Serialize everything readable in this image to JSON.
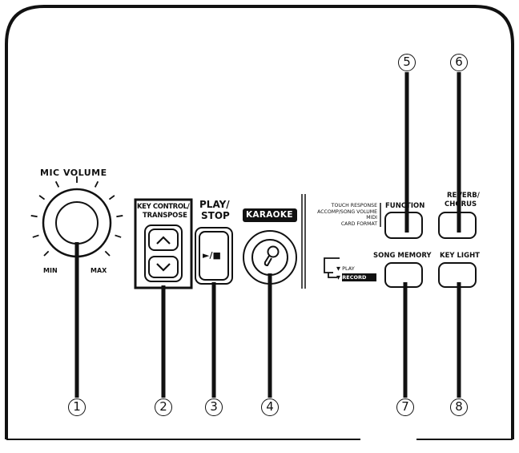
{
  "labels": {
    "mic_volume": "MIC VOLUME",
    "min": "MIN",
    "max": "MAX",
    "key_control": "KEY CONTROL/",
    "transpose": "TRANSPOSE",
    "play_stop_line1": "PLAY/",
    "play_stop_line2": "STOP",
    "play_stop_symbol": "►/■",
    "karaoke": "KARAOKE",
    "function_menu": [
      "TOUCH RESPONSE",
      "ACCOMP/SONG VOLUME",
      "MIDI",
      "CARD FORMAT"
    ],
    "function": "FUNCTION",
    "reverb_line1": "REVERB/",
    "reverb_line2": "CHORUS",
    "song_memory": "SONG MEMORY",
    "play": "PLAY",
    "record": "RECORD",
    "key_light": "KEY LIGHT"
  },
  "callouts": [
    "1",
    "2",
    "3",
    "4",
    "5",
    "6",
    "7",
    "8"
  ]
}
